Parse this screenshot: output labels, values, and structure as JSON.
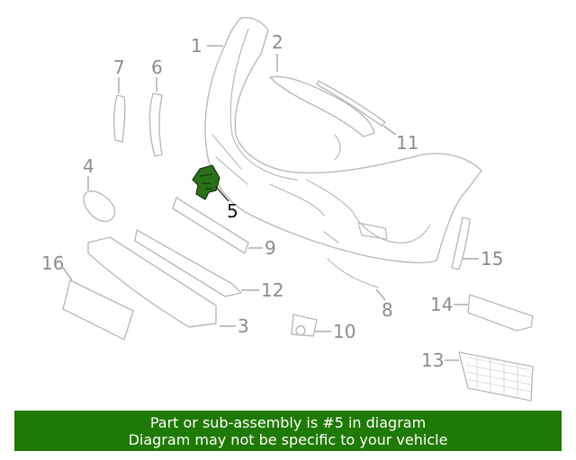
{
  "highlighted_part": "5",
  "colors": {
    "banner": "#1f7a05",
    "highlight": "#2b6e1b",
    "parts": "#b9b9b9"
  },
  "callouts": [
    "1",
    "2",
    "3",
    "4",
    "5",
    "6",
    "7",
    "8",
    "9",
    "10",
    "11",
    "12",
    "13",
    "14",
    "15",
    "16"
  ],
  "banner": {
    "line1": "Part or sub-assembly is #5 in diagram",
    "line2": "Diagram may not be specific to your vehicle"
  }
}
